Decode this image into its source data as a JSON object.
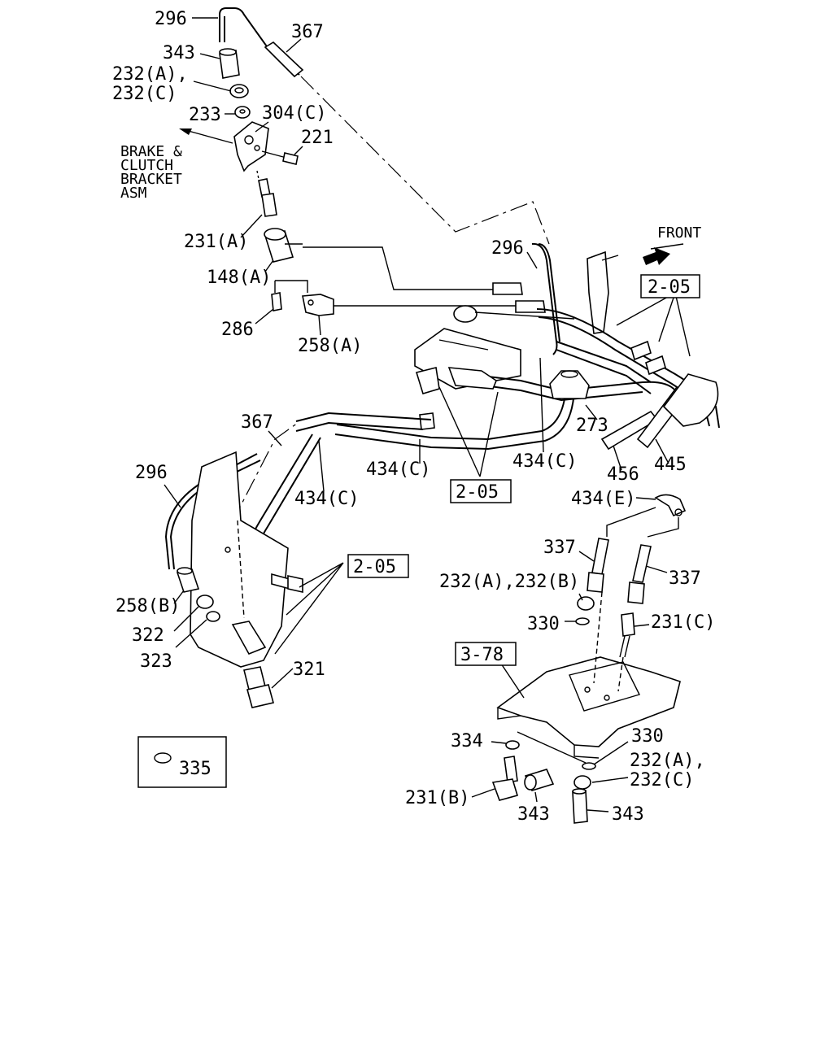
{
  "labels": {
    "l296a": "296",
    "l367a": "367",
    "l343a": "343",
    "l232a1": "232(A),",
    "l232a2": "232(C)",
    "l233": "233",
    "l304": "304(C)",
    "l221": "221",
    "brake1": "BRAKE &",
    "brake2": "CLUTCH",
    "brake3": "BRACKET",
    "brake4": "ASM",
    "l231a": "231(A)",
    "l148": "148(A)",
    "l286": "286",
    "l258a": "258(A)",
    "front": "FRONT",
    "l296b": "296",
    "ref205a": "2-05",
    "l273": "273",
    "l367b": "367",
    "l434c1": "434(C)",
    "l434c2": "434(C)",
    "l434c3": "434(C)",
    "l456": "456",
    "l445": "445",
    "ref205b": "2-05",
    "l296c": "296",
    "l434e": "434(E)",
    "l337a": "337",
    "l337b": "337",
    "l232ab": "232(A),232(B)",
    "l330a": "330",
    "l231c": "231(C)",
    "ref205c": "2-05",
    "l258b": "258(B)",
    "l322": "322",
    "l323": "323",
    "l321": "321",
    "ref378": "3-78",
    "l334": "334",
    "l330b": "330",
    "l232ac1": "232(A),",
    "l232ac2": "232(C)",
    "l231b": "231(B)",
    "l343b": "343",
    "l343c": "343",
    "l335": "335"
  }
}
